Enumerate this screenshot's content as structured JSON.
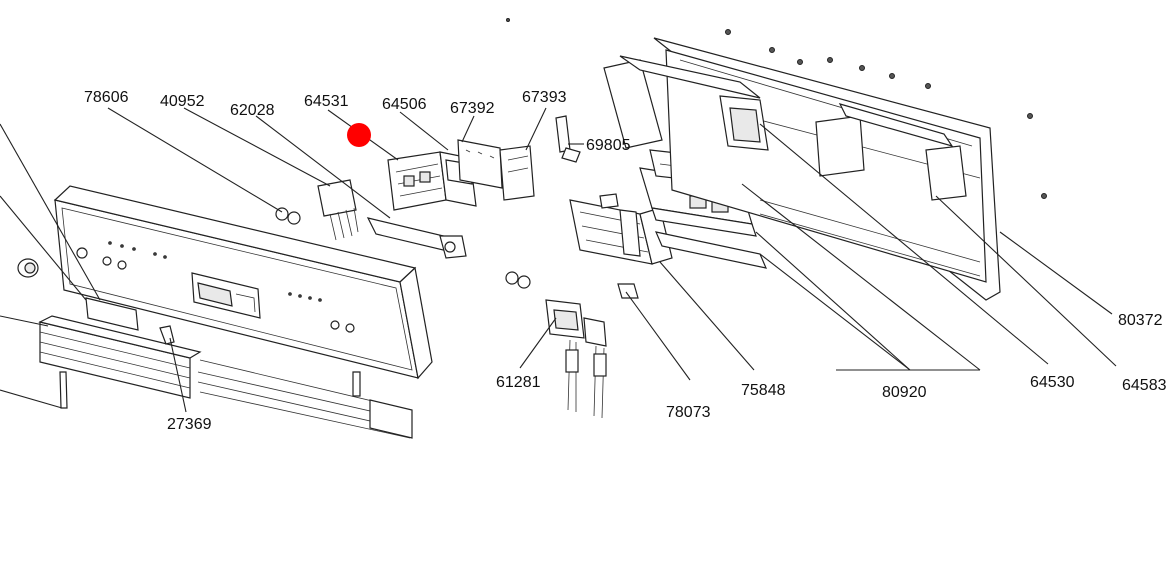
{
  "diagram": {
    "labels": {
      "p78606": "78606",
      "p40952": "40952",
      "p62028": "62028",
      "p64531": "64531",
      "p64506": "64506",
      "p67392": "67392",
      "p67393": "67393",
      "p69805": "69805",
      "p61281": "61281",
      "p27369": "27369",
      "p78073": "78073",
      "p75848": "75848",
      "p80920": "80920",
      "p64530": "64530",
      "p80372": "80372",
      "p64583": "64583"
    },
    "colors": {
      "line": "#222222",
      "marker": "#ff0000",
      "background": "#ffffff"
    }
  }
}
